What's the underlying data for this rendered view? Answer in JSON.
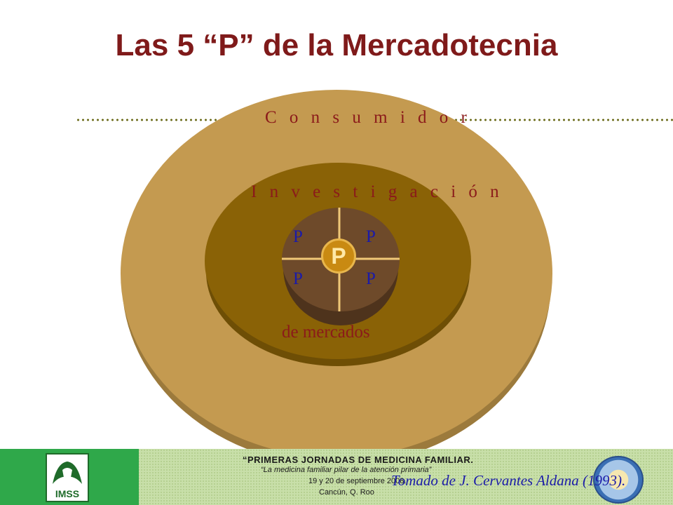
{
  "title": "Las 5 “P” de la Mercadotecnia",
  "rings": {
    "outer": "C o n s u m i d o r",
    "middle_top": "I n v e s t i g a c i ó n",
    "middle_bottom": "de mercados",
    "inner_letters": [
      "P",
      "P",
      "P",
      "P"
    ],
    "center": "P"
  },
  "credit": "Tomado de J. Cervantes Aldana (1993).",
  "footer": {
    "line1": "“PRIMERAS JORNADAS  DE  MEDICINA FAMILIAR.",
    "line2": "“La medicina familiar pilar de la atención  primaria”",
    "line3": "19 y 20 de septiembre 2008.",
    "line4": "Cancún, Q. Roo",
    "logo_text": "IMSS"
  },
  "colors": {
    "title": "#7f1a1a",
    "outer_ring": "#c49a50",
    "middle_ring": "#8a6206",
    "inner_disc": "#6e4a2a",
    "cross": "#f0c878",
    "label": "#8b1a1a",
    "p_letters": "#1b1ba8"
  }
}
